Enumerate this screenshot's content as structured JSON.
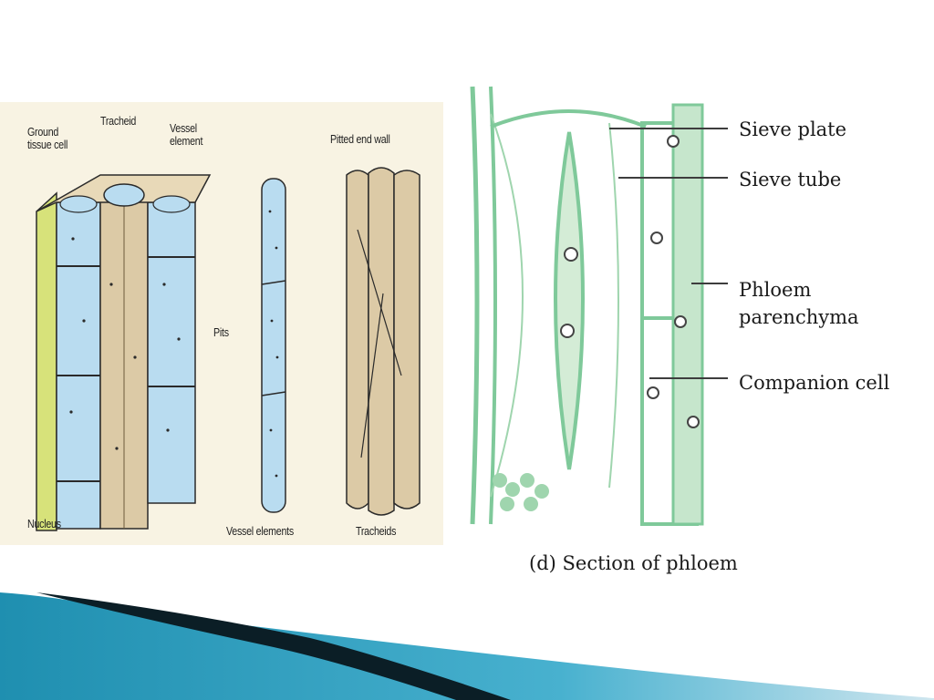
{
  "xylem": {
    "labels": {
      "ground_tissue_cell": "Ground\ntissue cell",
      "tracheid": "Tracheid",
      "vessel_element": "Vessel\nelement",
      "pits": "Pits",
      "nucleus": "Nucleus",
      "pitted_end_wall": "Pitted end wall",
      "vessel_elements": "Vessel elements",
      "tracheids": "Tracheids"
    },
    "colors": {
      "vessel": "#b9dcf0",
      "tracheid": "#dccaa6",
      "ground": "#d7e27a",
      "outline": "#2a2a2a"
    }
  },
  "phloem": {
    "labels": {
      "sieve_plate": "Sieve plate",
      "sieve_tube": "Sieve tube",
      "phloem_parenchyma": "Phloem\nparenchyma",
      "companion_cell": "Companion cell"
    },
    "caption": "(d) Section of phloem",
    "colors": {
      "cell_wall": "#7fc99a",
      "fill": "#d4ecd6",
      "line": "#3d3d3d"
    }
  },
  "footer": {
    "colors": {
      "teal": "#1f8fb0",
      "dark": "#0b1e26",
      "light": "#cfe6ef"
    }
  }
}
